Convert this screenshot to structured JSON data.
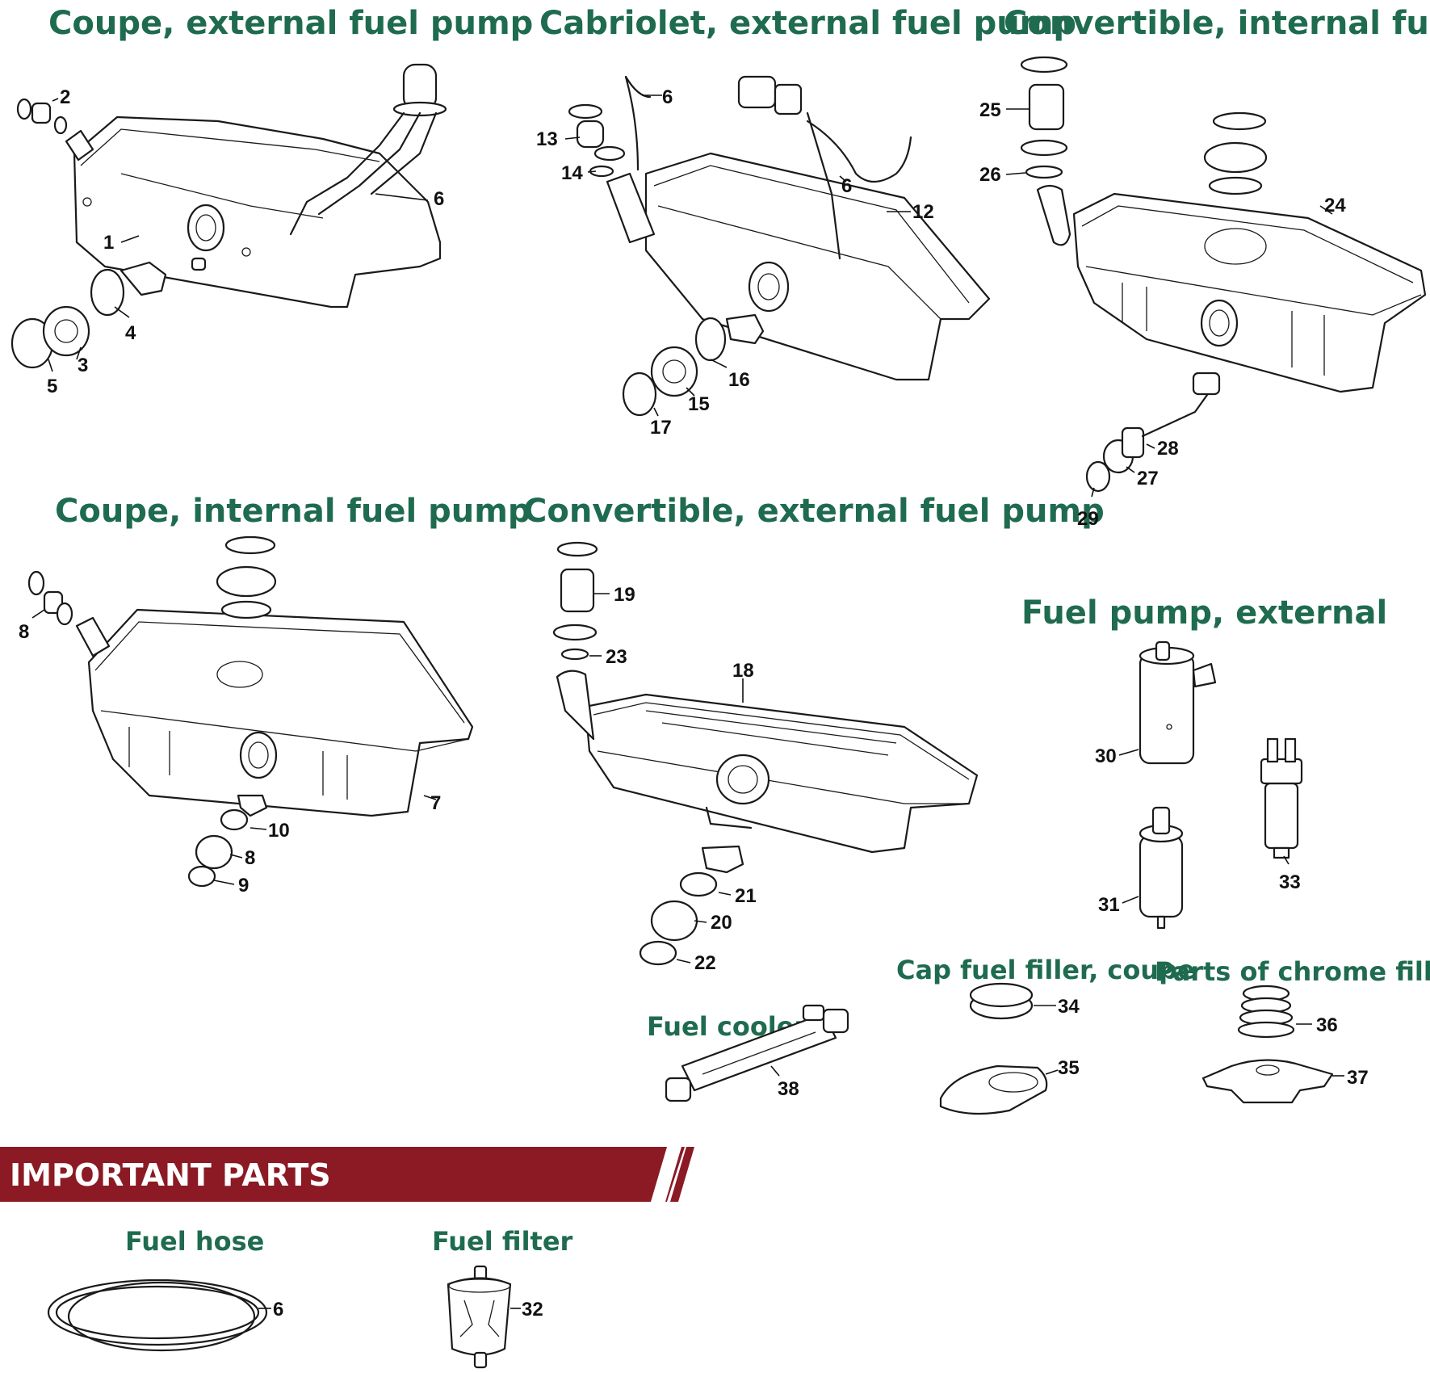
{
  "titles": {
    "coupe_external": "Coupe, external fuel pump",
    "cabriolet_external": "Cabriolet, external fuel pump",
    "convertible_internal": "Convertible, internal fuel pump",
    "coupe_internal": "Coupe, internal fuel pump",
    "convertible_external": "Convertible, external fuel pump",
    "fuel_pump_external": "Fuel pump, external",
    "fuel_cooler": "Fuel cooler",
    "cap_filler_coupe": "Cap fuel filler, coupe",
    "chrome_filler_cap": "Parts of chrome filler cap",
    "fuel_hose": "Fuel hose",
    "fuel_filter": "Fuel filter"
  },
  "banner": {
    "label": "IMPORTANT PARTS",
    "color": "#8b1a24"
  },
  "colors": {
    "title": "#1f6b4f",
    "line": "#1a1a1a"
  },
  "callouts": {
    "c1": "1",
    "c2": "2",
    "c3": "3",
    "c4": "4",
    "c5": "5",
    "c6a": "6",
    "c6b": "6",
    "c6c": "6",
    "c12": "12",
    "c13": "13",
    "c14": "14",
    "c15": "15",
    "c16": "16",
    "c17": "17",
    "c24": "24",
    "c25": "25",
    "c26": "26",
    "c27": "27",
    "c28": "28",
    "c29": "29",
    "c7": "7",
    "c8a": "8",
    "c8b": "8",
    "c9": "9",
    "c10": "10",
    "c18": "18",
    "c19": "19",
    "c20": "20",
    "c21": "21",
    "c22": "22",
    "c23": "23",
    "c30": "30",
    "c31": "31",
    "c33": "33",
    "c38": "38",
    "c34": "34",
    "c35": "35",
    "c36": "36",
    "c37": "37",
    "c6d": "6",
    "c32": "32"
  }
}
